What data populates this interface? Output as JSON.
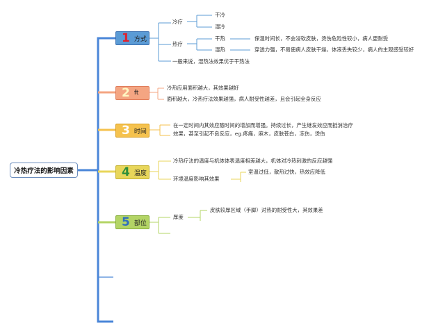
{
  "root": {
    "label": "冷热疗法的影响因素"
  },
  "topics": [
    {
      "num": "1",
      "label": "方式"
    },
    {
      "num": "2",
      "label": "ft"
    },
    {
      "num": "3",
      "label": "时间"
    },
    {
      "num": "4",
      "label": "温度"
    },
    {
      "num": "5",
      "label": "部位"
    }
  ],
  "method": {
    "cold": "冷疗",
    "cold_dry": "干冷",
    "cold_wet": "湿冷",
    "hot": "热疗",
    "hot_dry": "干热",
    "hot_wet": "湿热",
    "hot_dry_note": "保温时间长，不会浸软皮肤，烫伤危险性较小，病人更耐受",
    "hot_wet_note": "穿透力强，不易使病人皮肤干燥，体液丢失较少，病人的主观感受较好",
    "summary": "一般来说，湿热法效果优于干热法"
  },
  "area": {
    "line1": "冷热应用面积越大，其效果越好",
    "line2": "面积越大，冷热疗法效果越强，病人耐受性越差，且会引起全身反应"
  },
  "time": {
    "line1": "在一定时间内其效应随时间的增加而增强。持续过长，产生继发效应而抵消治疗",
    "line2": "效果，甚至引起不良反应，eg.疼痛，麻木，皮肤苍白，冻伤，烫伤"
  },
  "temperature": {
    "line1": "冷热疗法的温度与机体体表温度相差越大，机体对冷热刺激的反应越强",
    "env": "环境温度影响其效果",
    "env_note": "室温过低，散热过快，热效应降低"
  },
  "site": {
    "thickness": "厚度",
    "note": "皮肤较厚区域（手脚）对热的耐受性大，其效果差"
  },
  "colors": {
    "trunk": "#4a86d8",
    "t1": "#5b9bd5",
    "t2": "#f4a582",
    "t3": "#f5c24e",
    "t4": "#e8d65a",
    "t5": "#b3d465"
  }
}
